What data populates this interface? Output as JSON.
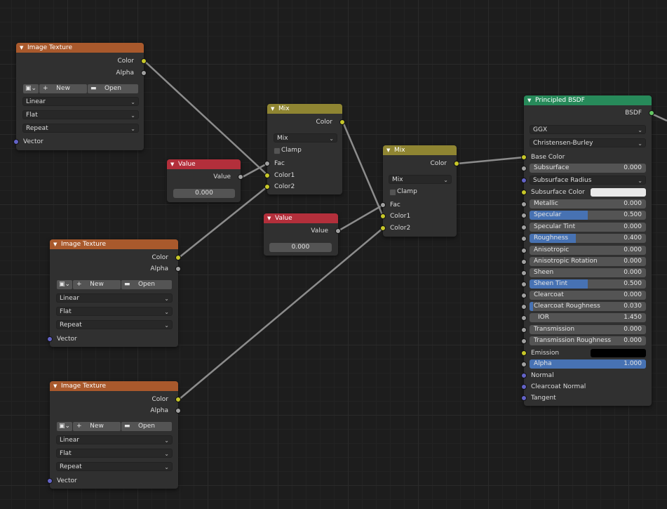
{
  "texture_node": {
    "title": "Image Texture",
    "out_color": "Color",
    "out_alpha": "Alpha",
    "new_label": "New",
    "open_label": "Open",
    "interpolation": "Linear",
    "projection": "Flat",
    "extension": "Repeat",
    "in_vector": "Vector"
  },
  "value_node": {
    "title": "Value",
    "out_value": "Value",
    "field": "0.000"
  },
  "mix_node": {
    "title": "Mix",
    "out_color": "Color",
    "blend_type": "Mix",
    "clamp": "Clamp",
    "in_fac": "Fac",
    "in_color1": "Color1",
    "in_color2": "Color2"
  },
  "bsdf": {
    "title": "Principled BSDF",
    "out": "BSDF",
    "distribution": "GGX",
    "subsurface_method": "Christensen-Burley",
    "base_color": "Base Color",
    "subsurface": {
      "label": "Subsurface",
      "value": "0.000",
      "fill": 0
    },
    "subsurface_radius": "Subsurface Radius",
    "subsurface_color": "Subsurface Color",
    "fields": [
      {
        "label": "Metallic",
        "value": "0.000",
        "fill": 0
      },
      {
        "label": "Specular",
        "value": "0.500",
        "fill": 0.5
      },
      {
        "label": "Specular Tint",
        "value": "0.000",
        "fill": 0
      },
      {
        "label": "Roughness",
        "value": "0.400",
        "fill": 0.4
      },
      {
        "label": "Anisotropic",
        "value": "0.000",
        "fill": 0
      },
      {
        "label": "Anisotropic Rotation",
        "value": "0.000",
        "fill": 0
      },
      {
        "label": "Sheen",
        "value": "0.000",
        "fill": 0
      },
      {
        "label": "Sheen Tint",
        "value": "0.500",
        "fill": 0.5
      },
      {
        "label": "Clearcoat",
        "value": "0.000",
        "fill": 0
      },
      {
        "label": "Clearcoat Roughness",
        "value": "0.030",
        "fill": 0.03
      },
      {
        "label": "IOR",
        "value": "1.450",
        "fill": 0
      },
      {
        "label": "Transmission",
        "value": "0.000",
        "fill": 0
      },
      {
        "label": "Transmission Roughness",
        "value": "0.000",
        "fill": 0
      }
    ],
    "emission": "Emission",
    "alpha": {
      "label": "Alpha",
      "value": "1.000",
      "fill": 1
    },
    "normal": "Normal",
    "clearcoat_normal": "Clearcoat Normal",
    "tangent": "Tangent"
  },
  "colors": {
    "texture_header": "#a9592c",
    "mix_header": "#8f8532",
    "value_header": "#b32f3b",
    "shader_header": "#278a5a",
    "slider_fill": "#4772b3",
    "subsurface_color": "#e8e8e8",
    "emission_color": "#000000"
  }
}
